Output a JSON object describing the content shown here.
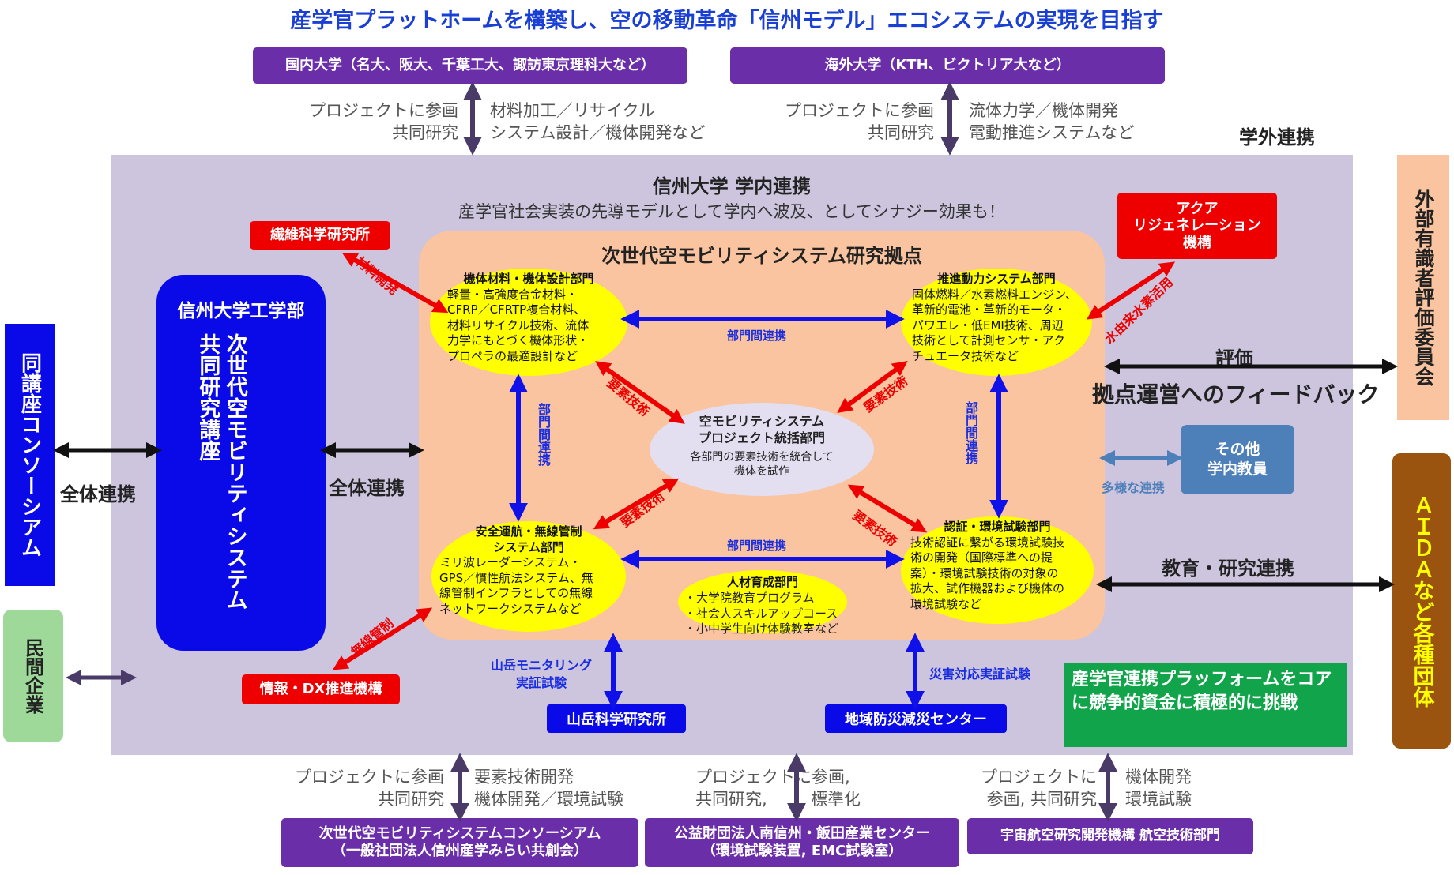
{
  "title": "産学官プラットホームを構築し、空の移動革命「信州モデル」エコシステムの実現を目指す",
  "top_left": {
    "box": "国内大学（名大、阪大、千葉工大、諏訪東京理科大など）",
    "left_note": [
      "プロジェクトに参画",
      "共同研究"
    ],
    "right_note": [
      "材料加工／リサイクル",
      "システム設計／機体開発など"
    ]
  },
  "top_right": {
    "box": "海外大学（KTH、ビクトリア大など）",
    "left_note": [
      "プロジェクトに参画",
      "共同研究"
    ],
    "right_note": [
      "流体力学／機体開発",
      "電動推進システムなど"
    ]
  },
  "external_label": "学外連携",
  "campus": {
    "title": "信州大学 学内連携",
    "subtitle": "産学官社会実装の先導モデルとして学内へ波及、としてシナジー効果も！"
  },
  "textile_lab": "繊維科学研究所",
  "textile_arrow": "材料開発",
  "aqua": "アクア\nリジェネレーション\n機構",
  "aqua_arrow": "水由来水素活用",
  "info_dx": "情報・DX推進機構",
  "info_arrow": "無線管制",
  "engineering": {
    "title": "信州大学工学部",
    "lab_col1": "次世代空モビリティシステム",
    "lab_col2": "共同研究講座"
  },
  "left_consortium": "同講座コンソーシアム",
  "left_link": "全体連携",
  "middle_link": "全体連携",
  "private": "民間企業",
  "hub": {
    "title": "次世代空モビリティシステム研究拠点",
    "dept_airframe": {
      "title": "機体材料・機体設計部門",
      "body": [
        "軽量・高強度合金材料・",
        "CFRP／CFRTP複合材料、",
        "材料リサイクル技術、流体",
        "力学にもとづく機体形状・",
        "プロペラの最適設計など"
      ]
    },
    "dept_propulsion": {
      "title": "推進動力システム部門",
      "body": [
        "固体燃料／水素燃料エンジン、",
        "革新的電池・革新的モータ・",
        "パワエレ・低EMI技術、周辺",
        "技術として計測センサ・アク",
        "チュエータ技術など"
      ]
    },
    "dept_safety": {
      "title": [
        "安全運航・無線管制",
        "システム部門"
      ],
      "body": [
        "ミリ波レーダーシステム・",
        "GPS／慣性航法システム、無",
        "線管制インフラとしての無線",
        "ネットワークシステムなど"
      ]
    },
    "dept_cert": {
      "title": "認証・環境試験部門",
      "body": [
        "技術認証に繋がる環境試験技",
        "術の開発（国際標準への提",
        "案）・環境試験技術の対象の",
        "拡大、試作機器および機体の",
        "環境試験など"
      ]
    },
    "center": {
      "title": [
        "空モビリティシステム",
        "プロジェクト統括部門"
      ],
      "body": [
        "各部門の要素技術を統合して",
        "機体を試作"
      ]
    },
    "hr": {
      "title": "人材育成部門",
      "items": [
        "・大学院教育プログラム",
        "・社会人スキルアップコース",
        "・小中学生向け体験教室など"
      ]
    },
    "inter_dept": "部門間連携",
    "inter_dept_v": "部門間連携",
    "element_tech": "要素技術"
  },
  "evaluation": "評価",
  "feedback": "拠点運営へのフィードバック",
  "external_committee": "外部有識者評価委員会",
  "other_faculty": "その他\n学内教員",
  "diverse_link": "多様な連携",
  "edu_link": "教育・研究連携",
  "aida": "ＡＩＤＡなど各種団体",
  "mountain_test": [
    "山岳モニタリング",
    "実証試験"
  ],
  "mountain_lab": "山岳科学研究所",
  "disaster_test": "災害対応実証試験",
  "disaster_center": "地域防災減災センター",
  "green_box": "産学官連携プラッフォームをコアに競争的資金に積極的に挑戦",
  "bottom_left": {
    "left_note": [
      "プロジェクトに参画",
      "共同研究"
    ],
    "right_note": [
      "要素技術開発",
      "機体開発／環境試験"
    ],
    "box": [
      "次世代空モビリティシステムコンソーシアム",
      "（一般社団法人信州産学みらい共創会）"
    ]
  },
  "bottom_mid": {
    "left_note": [
      "プロジェクトに参画,",
      "共同研究,"
    ],
    "right_note": [
      "",
      "標準化"
    ],
    "box": [
      "公益財団法人南信州・飯田産業センター",
      "（環境試験装置, EMC試験室）"
    ]
  },
  "bottom_right": {
    "left_note": [
      "プロジェクトに",
      "参画, 共同研究"
    ],
    "right_note": [
      "機体開発",
      "環境試験"
    ],
    "box": "宇宙航空研究開発機構 航空技術部門"
  },
  "colors": {
    "title_blue": "#1a3fd4",
    "purple": "#6a2ea8",
    "red": "#ee0000",
    "campus_bg": "#cdc4de",
    "hub_bg": "#f9c49f",
    "yellow": "#ffff00",
    "engineering_blue": "#0a0ae8",
    "green": "#12a44a",
    "brown": "#9a5410",
    "peach": "#f9c49f",
    "steel_blue": "#4d7fb8",
    "mint": "#9ed99a"
  }
}
